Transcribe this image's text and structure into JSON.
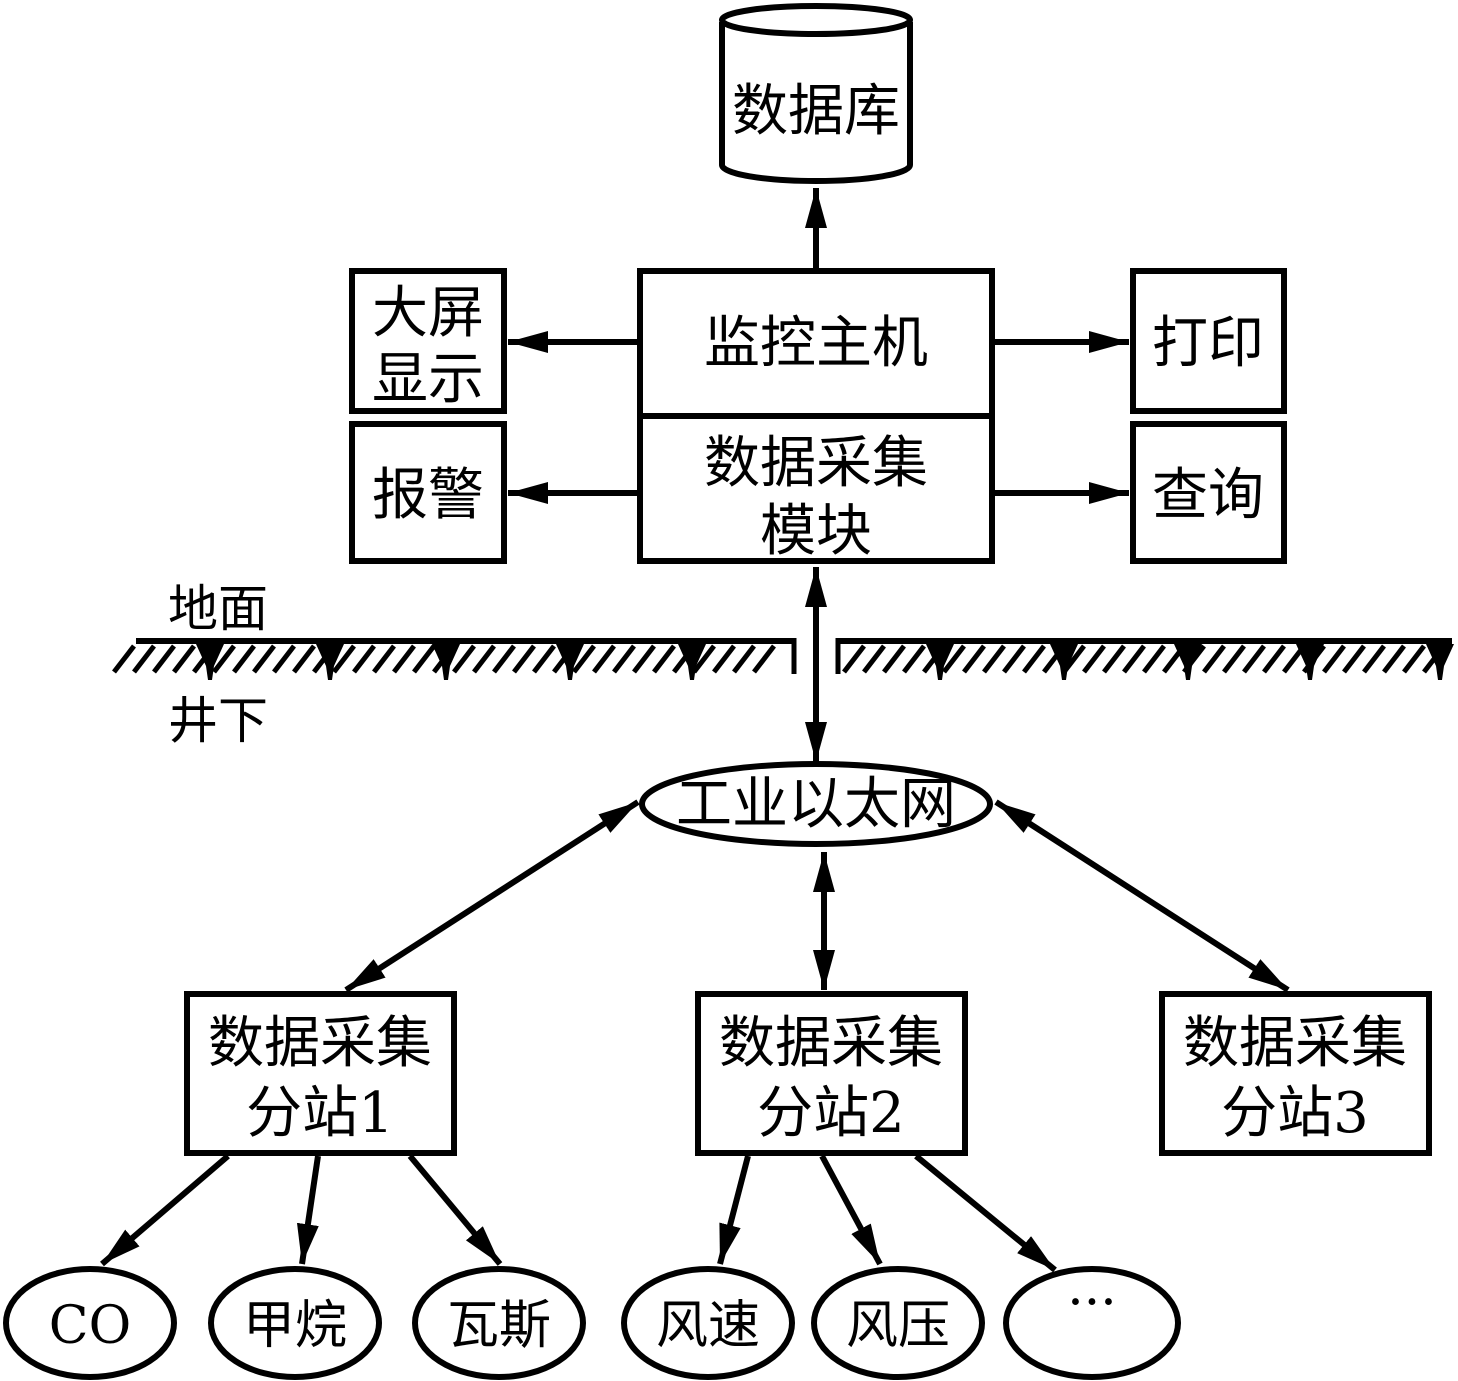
{
  "colors": {
    "stroke": "#000000",
    "fill": "#ffffff",
    "text": "#000000"
  },
  "database": {
    "label": "数据库"
  },
  "monitor_host": {
    "label": "监控主机"
  },
  "acquisition_module": {
    "line1": "数据采集",
    "line2": "模块"
  },
  "outputs": {
    "big_screen": {
      "line1": "大屏",
      "line2": "显示"
    },
    "alarm": {
      "label": "报警"
    },
    "print": {
      "label": "打印"
    },
    "query": {
      "label": "查询"
    }
  },
  "ground": {
    "above_label": "地面",
    "below_label": "井下"
  },
  "network": {
    "label": "工业以太网"
  },
  "substations": [
    {
      "line1": "数据采集",
      "line2": "分站1"
    },
    {
      "line1": "数据采集",
      "line2": "分站2"
    },
    {
      "line1": "数据采集",
      "line2": "分站3"
    }
  ],
  "sensors": [
    {
      "label": "CO"
    },
    {
      "label": "甲烷"
    },
    {
      "label": "瓦斯"
    },
    {
      "label": "风速"
    },
    {
      "label": "风压"
    },
    {
      "label": "···"
    }
  ]
}
